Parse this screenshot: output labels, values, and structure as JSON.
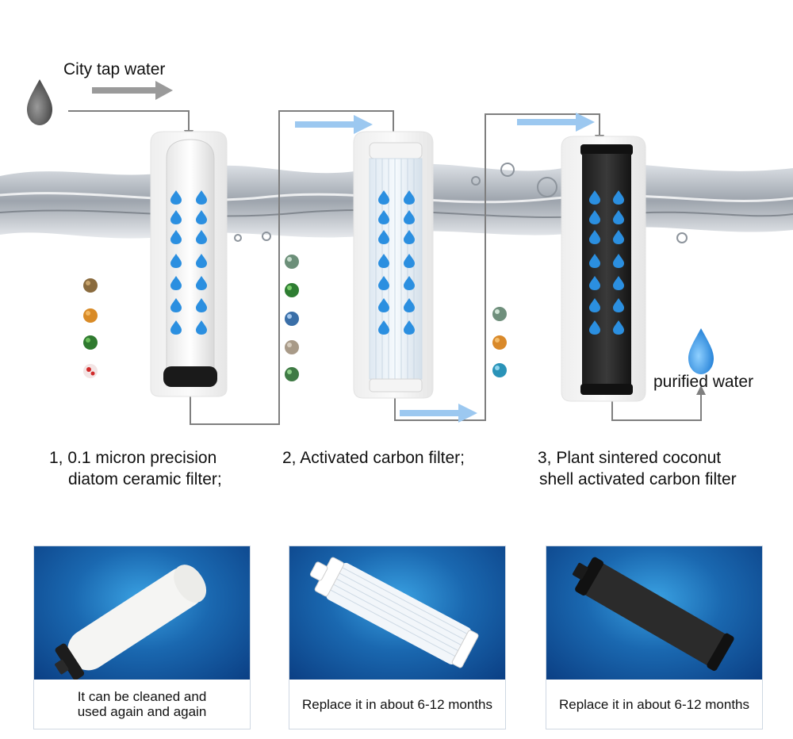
{
  "flow": {
    "input_label": "City tap water",
    "output_label": "purified water"
  },
  "filters": [
    {
      "label_line1": "1, 0.1 micron precision",
      "label_line2": "diatom ceramic filter;"
    },
    {
      "label_line1": "2, Activated carbon filter;",
      "label_line2": ""
    },
    {
      "label_line1": "3, Plant sintered coconut",
      "label_line2": "shell activated carbon filter"
    }
  ],
  "cards": [
    {
      "caption_line1": "It can be cleaned and",
      "caption_line2": "used again and again"
    },
    {
      "caption_line1": "Replace it in about 6-12 months",
      "caption_line2": ""
    },
    {
      "caption_line1": "Replace it in about 6-12 months",
      "caption_line2": ""
    }
  ],
  "colors": {
    "accent_arrow": "#9cc8f0",
    "flow_line": "#7f7f7f",
    "card_bg": "#1a68b0",
    "drop": "#2b8fe0"
  }
}
